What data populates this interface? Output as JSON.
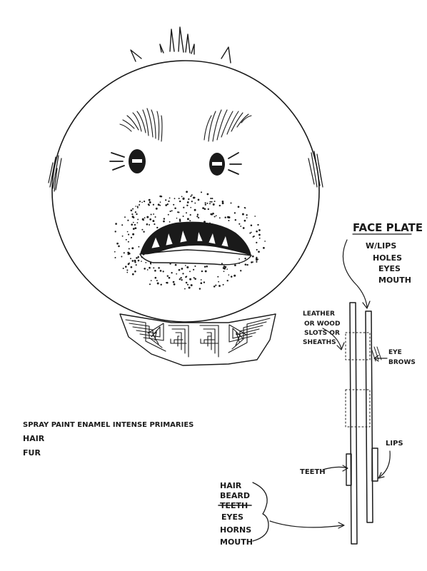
{
  "labels": {
    "face_plate": "FACE PLATE",
    "w_lips": "W/LIPS",
    "holes": "HOLES",
    "eyes": "EYES",
    "mouth": "MOUTH",
    "leather_1": "LEATHER",
    "leather_2": "OR WOOD",
    "leather_3": "SLOTS OR",
    "leather_4": "SHEATHS",
    "eye_brows_1": "EYE",
    "eye_brows_2": "BROWS",
    "lips": "LIPS",
    "teeth_side": "TEETH",
    "spray": "SPRAY PAINT ENAMEL   INTENSE PRIMARIES",
    "hair_left": "HAIR",
    "fur": "FUR",
    "list_hair": "HAIR",
    "list_beard": "BEARD",
    "list_teeth": "TEETH",
    "list_eyes": "EYES",
    "list_horns": "HORNS",
    "list_mouth": "MOUTH"
  },
  "colors": {
    "ink": "#1a1a1a",
    "paper": "#ffffff"
  }
}
